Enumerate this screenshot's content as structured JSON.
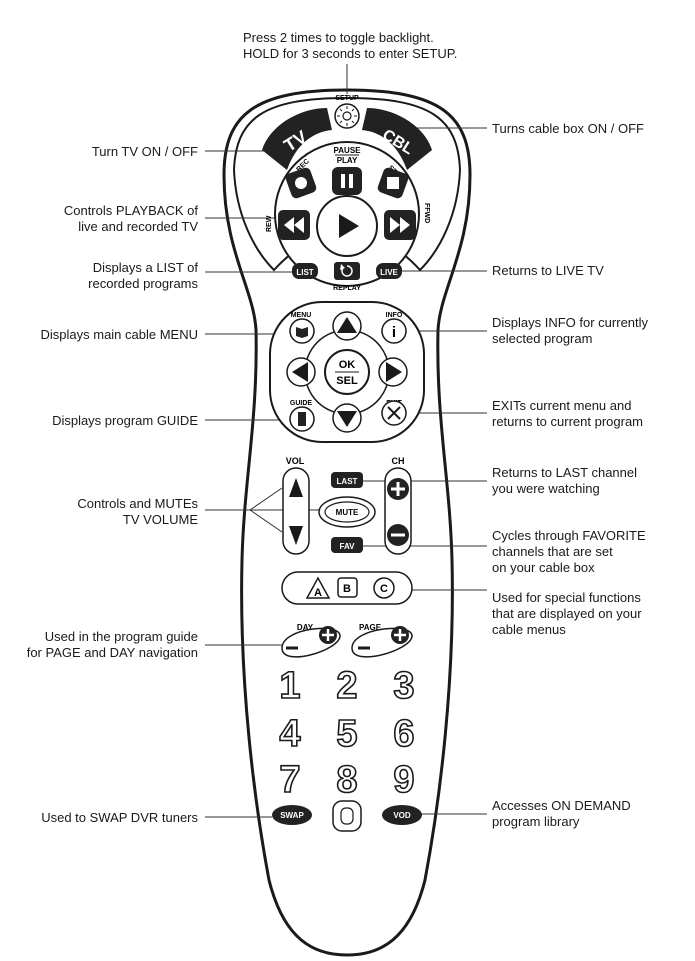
{
  "top_note": {
    "line1": "Press 2 times to toggle backlight.",
    "line2": "HOLD for 3 seconds to enter SETUP."
  },
  "annotations": {
    "tv_power": [
      "Turn TV ON / OFF"
    ],
    "playback": [
      "Controls PLAYBACK of",
      "live and recorded TV"
    ],
    "list": [
      "Displays a LIST of",
      "recorded programs"
    ],
    "menu": [
      "Displays main cable MENU"
    ],
    "guide": [
      "Displays program GUIDE"
    ],
    "volume": [
      "Controls and MUTEs",
      "TV VOLUME"
    ],
    "page_day": [
      "Used in the program guide",
      "for PAGE and DAY navigation"
    ],
    "swap": [
      "Used to SWAP DVR tuners"
    ],
    "cbl_power": [
      "Turns cable box ON / OFF"
    ],
    "live": [
      "Returns to LIVE TV"
    ],
    "info": [
      "Displays INFO for currently",
      "selected program"
    ],
    "exit": [
      "EXITs current menu and",
      "returns to current program"
    ],
    "last": [
      "Returns to LAST channel",
      "you were watching"
    ],
    "fav": [
      "Cycles through FAVORITE",
      "channels that are set",
      "on your cable box"
    ],
    "abc": [
      "Used for special functions",
      "that are displayed on your",
      "cable menus"
    ],
    "vod": [
      "Accesses ON DEMAND",
      "program library"
    ]
  },
  "remote": {
    "setup": "SETUP",
    "tv": "TV",
    "cbl": "CBL",
    "pause": "PAUSE",
    "play": "PLAY",
    "rec": "REC",
    "stop": "STOP",
    "rew": "REW",
    "ffwd": "FFWD",
    "list": "LIST",
    "replay": "REPLAY",
    "live": "LIVE",
    "menu": "MENU",
    "info": "INFO",
    "ok": "OK",
    "sel": "SEL",
    "guide": "GUIDE",
    "exit": "EXIT",
    "vol": "VOL",
    "ch": "CH",
    "last": "LAST",
    "mute": "MUTE",
    "fav": "FAV",
    "a": "A",
    "b": "B",
    "c": "C",
    "day": "DAY",
    "page": "PAGE",
    "digits": [
      "1",
      "2",
      "3",
      "4",
      "5",
      "6",
      "7",
      "8",
      "9"
    ],
    "zero": "0",
    "swap": "SWAP",
    "vod": "VOD"
  }
}
